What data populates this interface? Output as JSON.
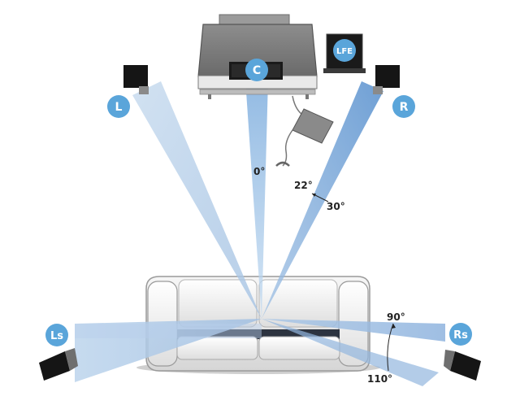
{
  "colors": {
    "beam": "#a8c8e8",
    "beam_edge": "#6f9fd2",
    "badge": "#5aa5da",
    "speaker": "#1a1a1a",
    "tv_body": "#7a7a7a",
    "sofa": "#eeeeee"
  },
  "speakers": {
    "left": "L",
    "center": "C",
    "right": "R",
    "subwoofer": "LFE",
    "left_surround": "Ls",
    "right_surround": "Rs"
  },
  "angles": {
    "center": "0°",
    "front_min": "22°",
    "front_max": "30°",
    "surround_min": "90°",
    "surround_max": "110°"
  },
  "icons": [
    "tv-icon",
    "sofa-icon",
    "speaker-icon",
    "subwoofer-icon",
    "cable-icon"
  ]
}
